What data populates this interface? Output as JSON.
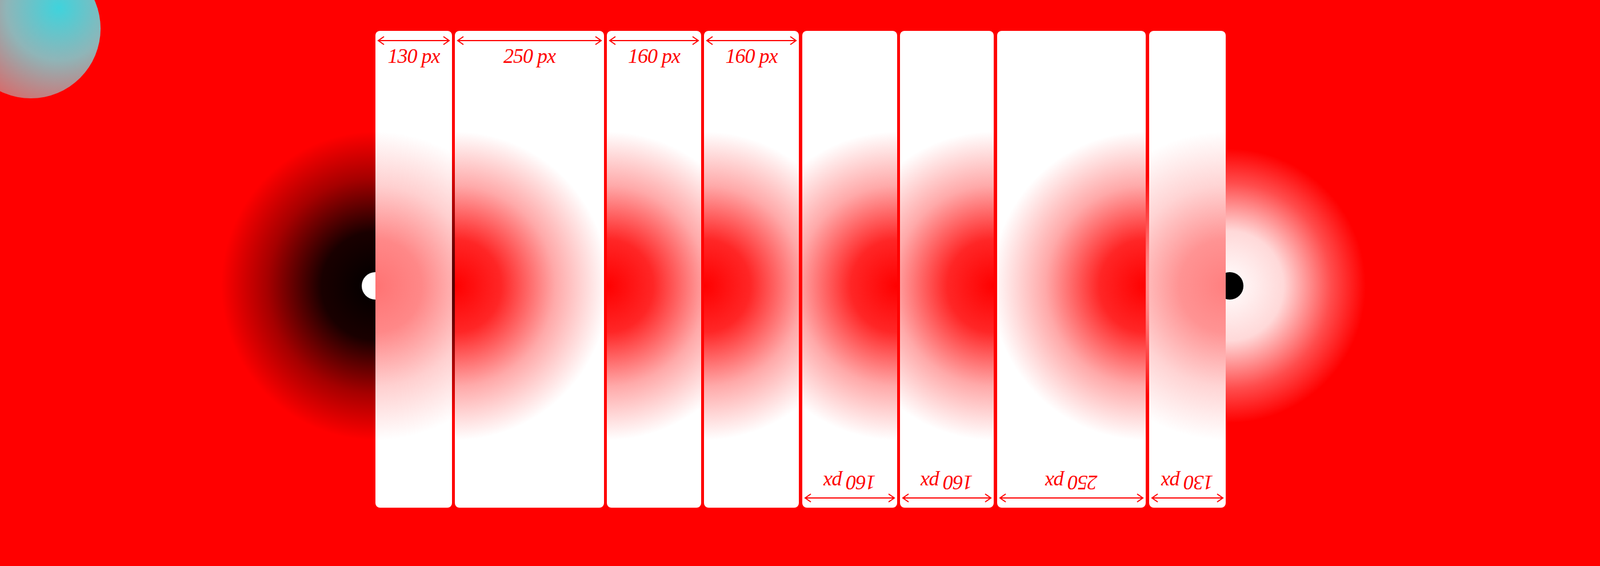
{
  "diagram": {
    "nodes": [
      {
        "text": [
          "130 px"
        ]
      },
      {
        "text": [
          "250 px"
        ]
      },
      {
        "text": [
          "160 px"
        ]
      },
      {
        "text": [
          "160 px"
        ]
      },
      {
        "text": [
          "160 px"
        ]
      },
      {
        "text": [
          "160 px"
        ]
      },
      {
        "text": [
          "250 px"
        ]
      },
      {
        "text": [
          "130 px"
        ]
      }
    ]
  }
}
